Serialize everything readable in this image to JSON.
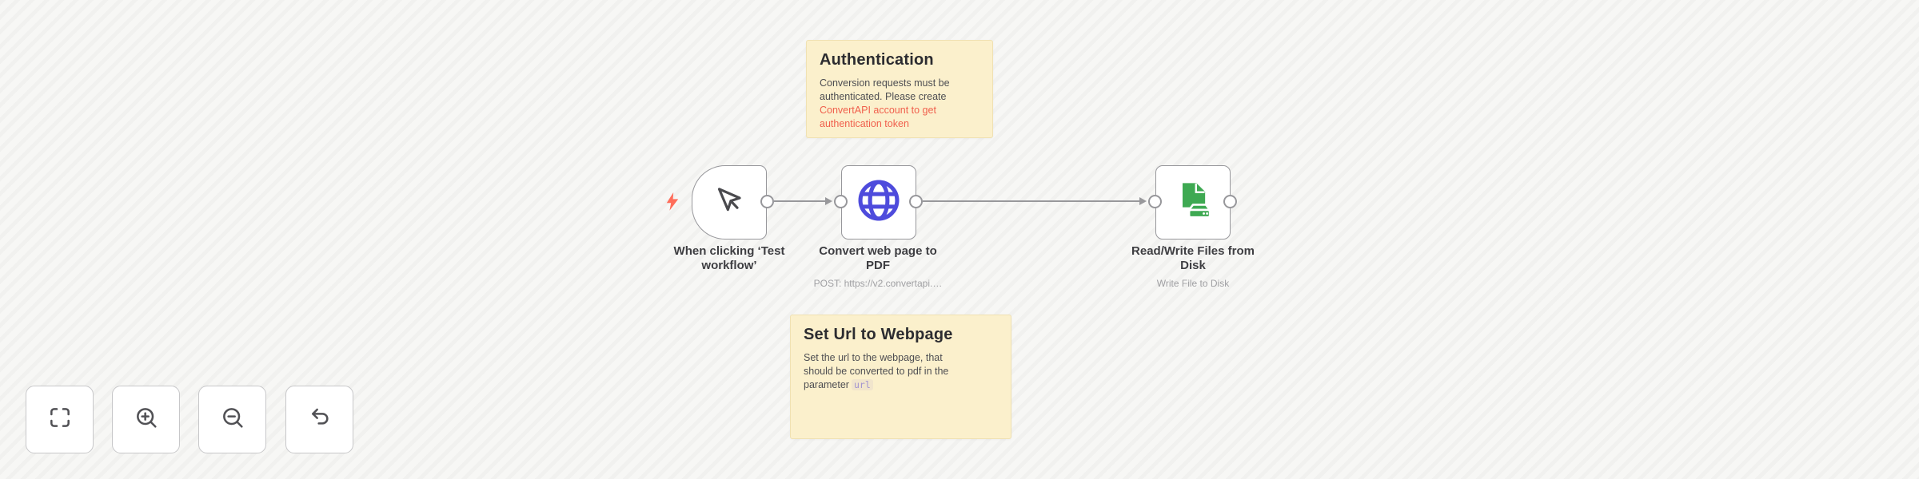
{
  "canvas": {
    "background": "#f7f7f5",
    "stripe_color": "rgba(110,110,110,0.045)"
  },
  "stickies": [
    {
      "title": "Authentication",
      "line1": "Conversion requests must be",
      "line2": "authenticated. Please create",
      "link_line1": "ConvertAPI account to get",
      "link_line2": "authentication token",
      "bg_color": "#fbf0cc",
      "link_color": "#f0604d"
    },
    {
      "title": "Set Url to Webpage",
      "line1": "Set the url to the webpage, that",
      "line2": "should be converted to pdf in the",
      "line3_prefix": "parameter",
      "code_token": "url",
      "bg_color": "#fbf0cc"
    }
  ],
  "nodes": [
    {
      "id": "manual-trigger",
      "label_line1": "When clicking ‘Test",
      "label_line2": "workflow’",
      "subtitle": "",
      "icon": "mouse-pointer-icon",
      "icon_color": "#4a4a4e"
    },
    {
      "id": "http-request",
      "label_line1": "Convert web page to",
      "label_line2": "PDF",
      "subtitle": "POST: https://v2.convertapi.…",
      "icon": "globe-icon",
      "icon_color": "#4e4bdc"
    },
    {
      "id": "read-write-files",
      "label_line1": "Read/Write Files from",
      "label_line2": "Disk",
      "subtitle": "Write File to Disk",
      "icon": "file-disk-icon",
      "icon_color": "#3ea952"
    }
  ],
  "trigger_bolt_color": "#ff6d5a",
  "connection_color": "#98989b",
  "controls": [
    {
      "icon": "fit-view-icon"
    },
    {
      "icon": "zoom-in-icon"
    },
    {
      "icon": "zoom-out-icon"
    },
    {
      "icon": "undo-icon"
    }
  ]
}
